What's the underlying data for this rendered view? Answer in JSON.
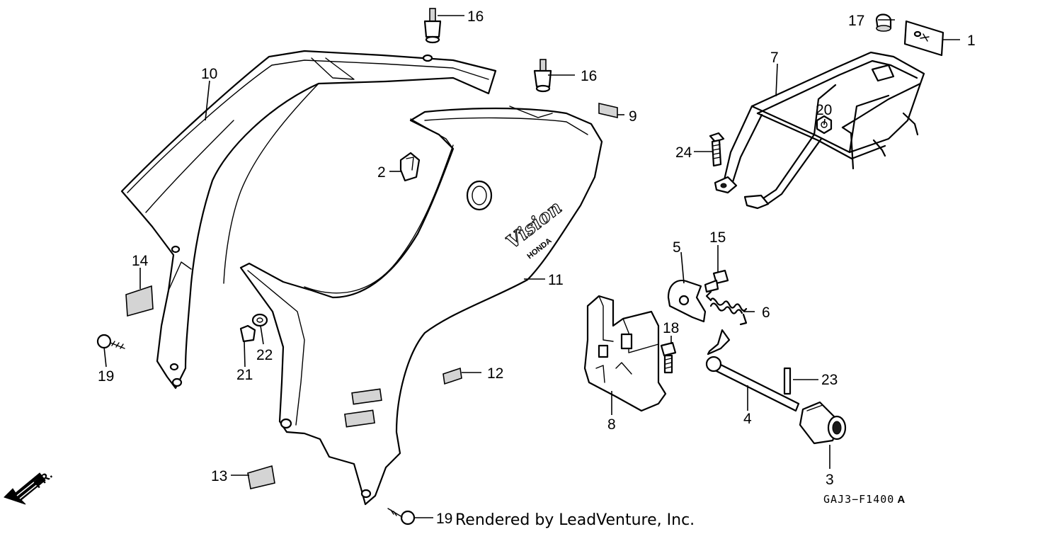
{
  "diagram": {
    "callouts": {
      "p1": "1",
      "p2": "2",
      "p3": "3",
      "p4": "4",
      "p5": "5",
      "p6": "6",
      "p7": "7",
      "p8": "8",
      "p9": "9",
      "p10": "10",
      "p11": "11",
      "p12": "12",
      "p13": "13",
      "p14": "14",
      "p15": "15",
      "p16a": "16",
      "p16b": "16",
      "p17": "17",
      "p18": "18",
      "p19a": "19",
      "p19b": "19",
      "p20": "20",
      "p21": "21",
      "p22": "22",
      "p23": "23",
      "p24": "24"
    },
    "front_marker": "FR.",
    "cover_logo_text": "Vision",
    "cover_brand_text": "HONDA",
    "figure_code": "GAJ3−F1400",
    "figure_suffix": "A",
    "credit": "Rendered by LeadVenture, Inc."
  }
}
